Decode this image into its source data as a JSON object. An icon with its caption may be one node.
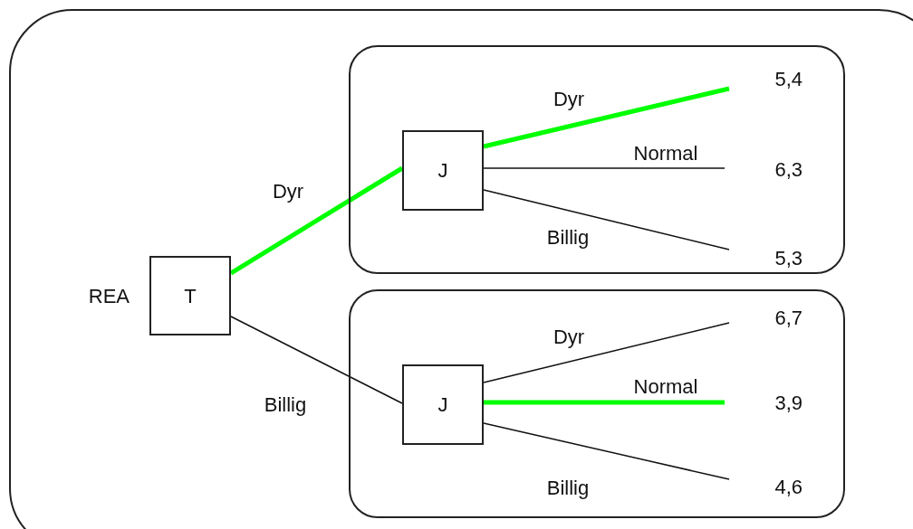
{
  "diagram": {
    "nodes": [
      {
        "text": [],
        "shape": "box"
      },
      {
        "text": [],
        "shape": "box",
        "in": 0
      },
      {
        "text": [],
        "shape": "box",
        "in": 0
      },
      {
        "text": [
          "T"
        ],
        "in": 0,
        "beside": [
          "REA"
        ]
      },
      {
        "text": [
          "J"
        ],
        "in": 1
      },
      {
        "text": [
          "J"
        ],
        "in": 2
      },
      {
        "text": [
          "5,4"
        ],
        "in": 1
      },
      {
        "text": [
          "6,3"
        ],
        "in": 1
      },
      {
        "text": [
          "5,3"
        ],
        "in": 1
      },
      {
        "text": [
          "6,7"
        ],
        "in": 2
      },
      {
        "text": [
          "3,9"
        ],
        "in": 2
      },
      {
        "text": [
          "4,6"
        ],
        "in": 2
      }
    ],
    "edges": [
      {
        "from": 3,
        "to": 4,
        "arrow": "none",
        "label": "Dyr",
        "style": "thick",
        "color": "#00ff00"
      },
      {
        "from": 3,
        "to": 5,
        "arrow": "none",
        "label": "Billig"
      },
      {
        "from": 4,
        "to": 6,
        "arrow": "none",
        "label": "Dyr",
        "style": "thick",
        "color": "#00ff00"
      },
      {
        "from": 4,
        "to": 7,
        "arrow": "none",
        "label": "Normal"
      },
      {
        "from": 4,
        "to": 8,
        "arrow": "none",
        "label": "Billig"
      },
      {
        "from": 5,
        "to": 9,
        "arrow": "none",
        "label": "Dyr"
      },
      {
        "from": 5,
        "to": 10,
        "arrow": "none",
        "label": "Normal",
        "style": "thick",
        "color": "#00ff00"
      },
      {
        "from": 5,
        "to": 11,
        "arrow": "none",
        "label": "Billig"
      }
    ]
  }
}
